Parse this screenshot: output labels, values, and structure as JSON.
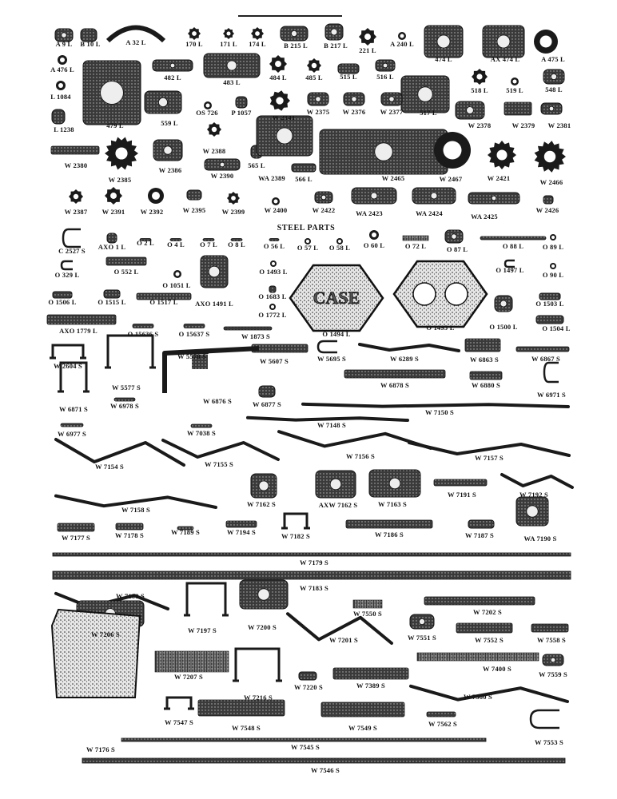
{
  "section_heading": "STEEL PARTS",
  "parts": [
    {
      "id": "A9L",
      "label": "A 9 L",
      "shape": "casting"
    },
    {
      "id": "B10L",
      "label": "B 10 L",
      "shape": "casting"
    },
    {
      "id": "A32L",
      "label": "A 32 L",
      "shape": "arc"
    },
    {
      "id": "170L",
      "label": "170 L",
      "shape": "gear"
    },
    {
      "id": "171L",
      "label": "171 L",
      "shape": "gear"
    },
    {
      "id": "174L",
      "label": "174 L",
      "shape": "gear"
    },
    {
      "id": "B215L",
      "label": "B 215 L",
      "shape": "casting"
    },
    {
      "id": "B217L",
      "label": "B 217 L",
      "shape": "casting"
    },
    {
      "id": "221L",
      "label": "221 L",
      "shape": "gear"
    },
    {
      "id": "A240L",
      "label": "A 240 L",
      "shape": "ring"
    },
    {
      "id": "474L",
      "label": "474 L",
      "shape": "casting"
    },
    {
      "id": "AX474L",
      "label": "AX 474 L",
      "shape": "casting"
    },
    {
      "id": "A475L",
      "label": "A 475 L",
      "shape": "ring"
    },
    {
      "id": "A476L",
      "label": "A 476 L",
      "shape": "ring"
    },
    {
      "id": "482L",
      "label": "482 L",
      "shape": "casting"
    },
    {
      "id": "483L",
      "label": "483 L",
      "shape": "casting"
    },
    {
      "id": "484L",
      "label": "484 L",
      "shape": "gear"
    },
    {
      "id": "485L",
      "label": "485 L",
      "shape": "gear"
    },
    {
      "id": "515L",
      "label": "515 L",
      "shape": "casting"
    },
    {
      "id": "516L",
      "label": "516 L",
      "shape": "casting"
    },
    {
      "id": "517L",
      "label": "517 L",
      "shape": "casting"
    },
    {
      "id": "518L",
      "label": "518 L",
      "shape": "gear"
    },
    {
      "id": "519L",
      "label": "519 L",
      "shape": "ring"
    },
    {
      "id": "548L",
      "label": "548 L",
      "shape": "casting"
    },
    {
      "id": "L1084",
      "label": "L 1084",
      "shape": "ring"
    },
    {
      "id": "L1238",
      "label": "L 1238",
      "shape": "casting"
    },
    {
      "id": "479L",
      "label": "479 L",
      "shape": "casting"
    },
    {
      "id": "559L",
      "label": "559 L",
      "shape": "casting"
    },
    {
      "id": "OS726",
      "label": "OS 726",
      "shape": "ring"
    },
    {
      "id": "P1057",
      "label": "P 1057",
      "shape": "casting"
    },
    {
      "id": "W2141",
      "label": "W 2141",
      "shape": "gear"
    },
    {
      "id": "W2375",
      "label": "W 2375",
      "shape": "casting"
    },
    {
      "id": "W2376",
      "label": "W 2376",
      "shape": "casting"
    },
    {
      "id": "W2377",
      "label": "W 2377",
      "shape": "casting"
    },
    {
      "id": "W2378",
      "label": "W 2378",
      "shape": "casting"
    },
    {
      "id": "W2379",
      "label": "W 2379",
      "shape": "bar"
    },
    {
      "id": "W2381",
      "label": "W 2381",
      "shape": "casting"
    },
    {
      "id": "W2380",
      "label": "W 2380",
      "shape": "bar"
    },
    {
      "id": "W2385",
      "label": "W 2385",
      "shape": "gear"
    },
    {
      "id": "W2386",
      "label": "W 2386",
      "shape": "casting"
    },
    {
      "id": "W2388",
      "label": "W 2388",
      "shape": "gear"
    },
    {
      "id": "W2390",
      "label": "W 2390",
      "shape": "casting"
    },
    {
      "id": "565L",
      "label": "565 L",
      "shape": "casting"
    },
    {
      "id": "WA2389",
      "label": "WA 2389",
      "shape": "casting"
    },
    {
      "id": "566L",
      "label": "566 L",
      "shape": "casting"
    },
    {
      "id": "W2465",
      "label": "W 2465",
      "shape": "casting"
    },
    {
      "id": "W2467",
      "label": "W 2467",
      "shape": "ring"
    },
    {
      "id": "W2421",
      "label": "W 2421",
      "shape": "gear"
    },
    {
      "id": "W2466",
      "label": "W 2466",
      "shape": "gear"
    },
    {
      "id": "W2387",
      "label": "W 2387",
      "shape": "gear"
    },
    {
      "id": "W2391",
      "label": "W 2391",
      "shape": "gear"
    },
    {
      "id": "W2392",
      "label": "W 2392",
      "shape": "ring"
    },
    {
      "id": "W2395",
      "label": "W 2395",
      "shape": "casting"
    },
    {
      "id": "W2399",
      "label": "W 2399",
      "shape": "gear"
    },
    {
      "id": "W2400",
      "label": "W 2400",
      "shape": "ring"
    },
    {
      "id": "W2422",
      "label": "W 2422",
      "shape": "casting"
    },
    {
      "id": "WA2423",
      "label": "WA 2423",
      "shape": "casting"
    },
    {
      "id": "WA2424",
      "label": "WA 2424",
      "shape": "casting"
    },
    {
      "id": "WA2425",
      "label": "WA 2425",
      "shape": "casting"
    },
    {
      "id": "W2426",
      "label": "W 2426",
      "shape": "casting"
    },
    {
      "id": "C2527S",
      "label": "C 2527 S",
      "shape": "hook"
    },
    {
      "id": "AXO1L",
      "label": "AXO 1 L",
      "shape": "casting"
    },
    {
      "id": "O2L",
      "label": "O 2 L",
      "shape": "bar"
    },
    {
      "id": "O4L",
      "label": "O 4 L",
      "shape": "bar"
    },
    {
      "id": "O7L",
      "label": "O 7 L",
      "shape": "bar"
    },
    {
      "id": "O8L",
      "label": "O 8 L",
      "shape": "bar"
    },
    {
      "id": "O56L",
      "label": "O 56 L",
      "shape": "bar"
    },
    {
      "id": "O57L",
      "label": "O 57 L",
      "shape": "ring"
    },
    {
      "id": "O58L",
      "label": "O 58 L",
      "shape": "ring"
    },
    {
      "id": "O60L",
      "label": "O 60 L",
      "shape": "ring"
    },
    {
      "id": "O72L",
      "label": "O 72 L",
      "shape": "spring"
    },
    {
      "id": "O87L",
      "label": "O 87 L",
      "shape": "casting"
    },
    {
      "id": "O88L",
      "label": "O 88 L",
      "shape": "bar"
    },
    {
      "id": "O89L",
      "label": "O 89 L",
      "shape": "ring"
    },
    {
      "id": "O329L",
      "label": "O 329 L",
      "shape": "hook"
    },
    {
      "id": "O552L",
      "label": "O 552 L",
      "shape": "bar"
    },
    {
      "id": "O1493L",
      "label": "O 1493 L",
      "shape": "ring"
    },
    {
      "id": "O1497L",
      "label": "O 1497 L",
      "shape": "hook"
    },
    {
      "id": "O90L",
      "label": "O 90 L",
      "shape": "ring"
    },
    {
      "id": "O1051L",
      "label": "O 1051 L",
      "shape": "ring"
    },
    {
      "id": "O1506L",
      "label": "O 1506 L",
      "shape": "casting"
    },
    {
      "id": "O1515L",
      "label": "O 1515 L",
      "shape": "casting"
    },
    {
      "id": "O1517L",
      "label": "O 1517 L",
      "shape": "bar"
    },
    {
      "id": "AXO1491L",
      "label": "AXO 1491 L",
      "shape": "casting"
    },
    {
      "id": "O1683L",
      "label": "O 1683 L",
      "shape": "casting"
    },
    {
      "id": "O1772L",
      "label": "O 1772 L",
      "shape": "ring"
    },
    {
      "id": "O1494L",
      "label": "O 1494 L",
      "shape": "hex",
      "text": "CASE"
    },
    {
      "id": "O1495L",
      "label": "O 1495 L",
      "shape": "hex2"
    },
    {
      "id": "O1500L",
      "label": "O 1500 L",
      "shape": "casting"
    },
    {
      "id": "O1503L",
      "label": "O 1503 L",
      "shape": "casting"
    },
    {
      "id": "O1504L",
      "label": "O 1504 L",
      "shape": "casting"
    },
    {
      "id": "AXO1779L",
      "label": "AXO 1779 L",
      "shape": "bar"
    },
    {
      "id": "O15636S",
      "label": "O 15636 S",
      "shape": "bar"
    },
    {
      "id": "O15637S",
      "label": "O 15637 S",
      "shape": "bar"
    },
    {
      "id": "W1873S",
      "label": "W 1873 S",
      "shape": "bar"
    },
    {
      "id": "W2604S",
      "label": "W 2604 S",
      "shape": "ubolt"
    },
    {
      "id": "W5578S",
      "label": "W 5578 S",
      "shape": "bar"
    },
    {
      "id": "W5607S",
      "label": "W 5607 S",
      "shape": "bar"
    },
    {
      "id": "W5695S",
      "label": "W 5695 S",
      "shape": "hook"
    },
    {
      "id": "W6289S",
      "label": "W 6289 S",
      "shape": "rod"
    },
    {
      "id": "W6863S",
      "label": "W 6863 S",
      "shape": "bar"
    },
    {
      "id": "W6867S",
      "label": "W 6867 S",
      "shape": "bar"
    },
    {
      "id": "W5577S",
      "label": "W 5577 S",
      "shape": "ubolt"
    },
    {
      "id": "W6878S",
      "label": "W 6878 S",
      "shape": "bar"
    },
    {
      "id": "W6880S",
      "label": "W 6880 S",
      "shape": "bar"
    },
    {
      "id": "W6971S",
      "label": "W 6971 S",
      "shape": "hook"
    },
    {
      "id": "W6871S",
      "label": "W 6871 S",
      "shape": "ubolt"
    },
    {
      "id": "W6978S",
      "label": "W 6978 S",
      "shape": "bar"
    },
    {
      "id": "W6876S",
      "label": "W 6876 S",
      "shape": "frame"
    },
    {
      "id": "W6877S",
      "label": "W 6877 S",
      "shape": "casting"
    },
    {
      "id": "W7150S",
      "label": "W 7150 S",
      "shape": "rod"
    },
    {
      "id": "W6977S",
      "label": "W 6977 S",
      "shape": "bar"
    },
    {
      "id": "W7038S",
      "label": "W 7038 S",
      "shape": "bar"
    },
    {
      "id": "W7148S",
      "label": "W 7148 S",
      "shape": "rod"
    },
    {
      "id": "W7154S",
      "label": "W 7154 S",
      "shape": "rod"
    },
    {
      "id": "W7155S",
      "label": "W 7155 S",
      "shape": "rod"
    },
    {
      "id": "W7156S",
      "label": "W 7156 S",
      "shape": "rod"
    },
    {
      "id": "W7157S",
      "label": "W 7157 S",
      "shape": "rod"
    },
    {
      "id": "W7158S",
      "label": "W 7158 S",
      "shape": "rod"
    },
    {
      "id": "W7162S",
      "label": "W 7162 S",
      "shape": "casting"
    },
    {
      "id": "AXW7162S",
      "label": "AXW 7162 S",
      "shape": "casting"
    },
    {
      "id": "W7163S",
      "label": "W 7163 S",
      "shape": "casting"
    },
    {
      "id": "W7191S",
      "label": "W 7191 S",
      "shape": "bar"
    },
    {
      "id": "W7192S",
      "label": "W 7192 S",
      "shape": "rod"
    },
    {
      "id": "W7177S",
      "label": "W 7177 S",
      "shape": "bar"
    },
    {
      "id": "W7178S",
      "label": "W 7178 S",
      "shape": "bar"
    },
    {
      "id": "W7189S",
      "label": "W 7189 S",
      "shape": "bar"
    },
    {
      "id": "W7194S",
      "label": "W 7194 S",
      "shape": "bar"
    },
    {
      "id": "W7182S",
      "label": "W 7182 S",
      "shape": "ubolt"
    },
    {
      "id": "W7186S",
      "label": "W 7186 S",
      "shape": "bar"
    },
    {
      "id": "W7187S",
      "label": "W 7187 S",
      "shape": "casting"
    },
    {
      "id": "WA7190S",
      "label": "WA 7190 S",
      "shape": "casting"
    },
    {
      "id": "W7179S",
      "label": "W 7179 S",
      "shape": "longbar"
    },
    {
      "id": "W7183S",
      "label": "W 7183 S",
      "shape": "longbar"
    },
    {
      "id": "W7188S",
      "label": "W 7188 S",
      "shape": "rod"
    },
    {
      "id": "W7206S",
      "label": "W 7206 S",
      "shape": "casting"
    },
    {
      "id": "W7197S",
      "label": "W 7197 S",
      "shape": "ubolt"
    },
    {
      "id": "W7200S",
      "label": "W 7200 S",
      "shape": "casting"
    },
    {
      "id": "W7550S",
      "label": "W 7550 S",
      "shape": "spring"
    },
    {
      "id": "W7202S",
      "label": "W 7202 S",
      "shape": "bar"
    },
    {
      "id": "W7201S",
      "label": "W 7201 S",
      "shape": "rod"
    },
    {
      "id": "W7551S",
      "label": "W 7551 S",
      "shape": "casting"
    },
    {
      "id": "W7552S",
      "label": "W 7552 S",
      "shape": "bar"
    },
    {
      "id": "W7558S",
      "label": "W 7558 S",
      "shape": "bar"
    },
    {
      "id": "W7400S",
      "label": "W 7400 S",
      "shape": "spring"
    },
    {
      "id": "W7207S",
      "label": "W 7207 S",
      "shape": "spring"
    },
    {
      "id": "W7559S",
      "label": "W 7559 S",
      "shape": "casting"
    },
    {
      "id": "W7216S",
      "label": "W 7216 S",
      "shape": "ubolt"
    },
    {
      "id": "W7220S",
      "label": "W 7220 S",
      "shape": "casting"
    },
    {
      "id": "W7389S",
      "label": "W 7389 S",
      "shape": "bar"
    },
    {
      "id": "W7560S",
      "label": "W 7560 S",
      "shape": "rod"
    },
    {
      "id": "W7176S",
      "label": "W 7176 S",
      "shape": "hopper"
    },
    {
      "id": "W7547S",
      "label": "W 7547 S",
      "shape": "ubolt"
    },
    {
      "id": "W7548S",
      "label": "W 7548 S",
      "shape": "bar"
    },
    {
      "id": "W7549S",
      "label": "W 7549 S",
      "shape": "bar"
    },
    {
      "id": "W7562S",
      "label": "W 7562 S",
      "shape": "bar"
    },
    {
      "id": "W7553S",
      "label": "W 7553 S",
      "shape": "hook"
    },
    {
      "id": "W7545S",
      "label": "W 7545 S",
      "shape": "longbar"
    },
    {
      "id": "W7546S",
      "label": "W 7546 S",
      "shape": "longbar"
    }
  ]
}
